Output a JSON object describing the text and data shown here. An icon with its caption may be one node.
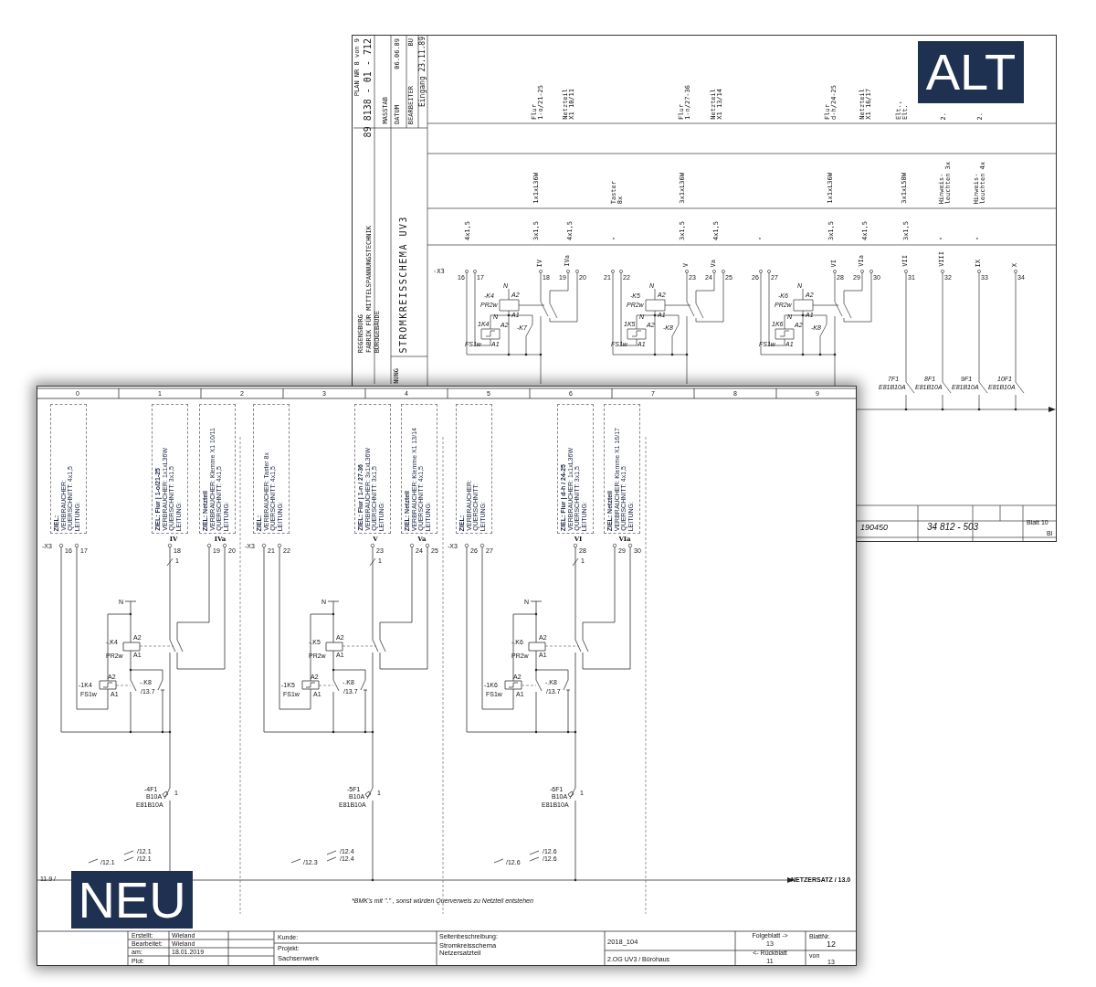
{
  "diagram": {
    "nodes": [
      {
        "text": [
          "ZIEL:",
          "VERBRAUCHER:",
          "QUERSCHNITT: 4x1,5",
          "LEITUNG:"
        ]
      },
      {
        "text": [
          "ZIEL: Flur | 1-o/21-25",
          "VERBRAUCHER: 1x1xL36W",
          "QUERSCHNITT: 3x1,5",
          "LEITUNG:"
        ]
      },
      {
        "text": [
          "ZIEL: Netzteil",
          "VERBRAUCHER: Klemme X1 10/11",
          "QUERSCHNITT: 4x1,5",
          "LEITUNG:"
        ]
      },
      {
        "text": [
          "ZIEL:",
          "VERBRAUCHER: Taster 8x",
          "QUERSCHNITT: 4x1,5",
          "LEITUNG:"
        ]
      },
      {
        "text": [
          "ZIEL: Flur | 1-n / 27-36",
          "VERBRAUCHER: 3x1xL36W",
          "QUERSCHNITT: 3x1,5",
          "LEITUNG:"
        ]
      },
      {
        "text": [
          "ZIEL: Netzteil",
          "VERBRAUCHER: Klemme X1 13/14",
          "QUERSCHNITT: 4x1,5",
          "LEITUNG:"
        ]
      },
      {
        "text": [
          "ZIEL:",
          "VERBRAUCHER:",
          "QUERSCHNITT:",
          "LEITUNG:"
        ]
      },
      {
        "text": [
          "ZIEL: Flur | d-h / 24-25",
          "VERBRAUCHER: 1x1xL36W",
          "QUERSCHNITT: 3x1,5",
          "LEITUNG:"
        ]
      },
      {
        "text": [
          "ZIEL: Netzteil",
          "VERBRAUCHER: Klemme X1 16/17",
          "QUERSCHNITT: 4x1,5",
          "LEITUNG:"
        ]
      }
    ],
    "labels": [
      "ALT",
      "PLAN NR 8 von 9",
      "89 8138 - 01 - 712",
      "MASSTAB",
      "DATUM",
      "06.06.89",
      "BEARBEITER",
      "BU",
      "Eingang 23.11.89",
      "REGENSBURG",
      "FABRIK FÜR MITTELSPANNUNGSTECHNIK",
      "BÜROGEBÄUDE",
      "NUNG",
      "STROMKREISSCHEMA UV3",
      "Flur 1-o/21-25",
      "Netzteil X1 10/11",
      "Flur 1-n/27-36",
      "Netzteil X1 13/14",
      "Flur d-h/24-25",
      "Netzteil X1 16/17",
      "Elt., Elt.",
      "2.",
      "2.",
      "1x1xL36W",
      "Taster 8x",
      "3x1xL36W",
      "1x1xL36W",
      "3x1xL58W",
      "Hinweis- leuchten 3x",
      "Hinweis- leuchten 4x",
      "4x1,5",
      "3x1,5",
      "4x1,5",
      "\"",
      "3x1,5",
      "4x1,5",
      "\"",
      "3x1,5",
      "4x1,5",
      "3x1,5",
      "\"",
      "\"",
      "IV",
      "IVa",
      "V",
      "Va",
      "VI",
      "VIa",
      "VII",
      "VIII",
      "IX",
      "X",
      "-X3",
      "16",
      "17",
      "18",
      "19",
      "20",
      "21",
      "22",
      "23",
      "24",
      "25",
      "26",
      "27",
      "28",
      "29",
      "30",
      "31",
      "32",
      "33",
      "34",
      "-K4",
      "N",
      "A2",
      "PR2w",
      "A1",
      "1K4",
      "N",
      "A2",
      "FS1w",
      "A1",
      "-K7",
      "-K5",
      "N",
      "A2",
      "PR2w",
      "A1",
      "1K5",
      "N",
      "A2",
      "FS1w",
      "A1",
      "-K8",
      "-K6",
      "N",
      "A2",
      "PR2w",
      "A1",
      "1K6",
      "N",
      "A2",
      "FS1w",
      "A1",
      "-K8",
      "7F1",
      "E81B10A",
      "8F1",
      "E81B10A",
      "9F1",
      "E81B10A",
      "10F1",
      "E81B10A",
      "190450",
      "34 812 - 503",
      "Blatt 10",
      "Bl",
      "0",
      "1",
      "2",
      "3",
      "4",
      "5",
      "6",
      "7",
      "8",
      "9",
      "IV",
      "IVa",
      "V",
      "Va",
      "VI",
      "VIa",
      "-X3",
      "16",
      "17",
      "18",
      "19",
      "20",
      "1",
      "N",
      "A2",
      "-.K4",
      "PR2w",
      "A1",
      "A2",
      "-1K4",
      "FS1w",
      "A1",
      "-.K8",
      "/13.7",
      "-4F1",
      "B10A",
      "E81B10A",
      "1",
      "/12.1",
      "/12.1",
      "/12.1",
      "-X3",
      "21",
      "22",
      "23",
      "24",
      "25",
      "1",
      "N",
      "A2",
      "-.K5",
      "PR2w",
      "A1",
      "A2",
      "-1K5",
      "FS1w",
      "A1",
      "-.K8",
      "/13.7",
      "-5F1",
      "B10A",
      "E81B10A",
      "1",
      "/12.4",
      "/12.4",
      "/12.3",
      "-X3",
      "26",
      "27",
      "28",
      "29",
      "30",
      "1",
      "N",
      "A2",
      "-.K6",
      "PR2w",
      "A1",
      "A2",
      "-1K6",
      "FS1w",
      "A1",
      "-.K8",
      "/13.7",
      "-6F1",
      "B10A",
      "E81B10A",
      "1",
      "/12.6",
      "/12.6",
      "/12.6",
      "11.9 /",
      "NETZERSATZ / 13.0",
      "*BMK's mit \".\" , sonst würden Querverweis zu Netzteil entstehen",
      "Erstellt:",
      "Wieland",
      "Bearbeitet:",
      "Wieland",
      "am:",
      "18.01.2019",
      "Plot:",
      "Kunde:",
      "Projekt:",
      "Sachsenwerk",
      "Seitenbeschreibung:",
      "Stromkreisschema Netzersatzteil",
      "2018_104",
      "2.OG UV3 / Bürohaus",
      "Folgeblatt ->",
      "13",
      "<- Rückblatt",
      "11",
      "BlattNr.",
      "12",
      "von",
      "13",
      "NEU"
    ]
  }
}
